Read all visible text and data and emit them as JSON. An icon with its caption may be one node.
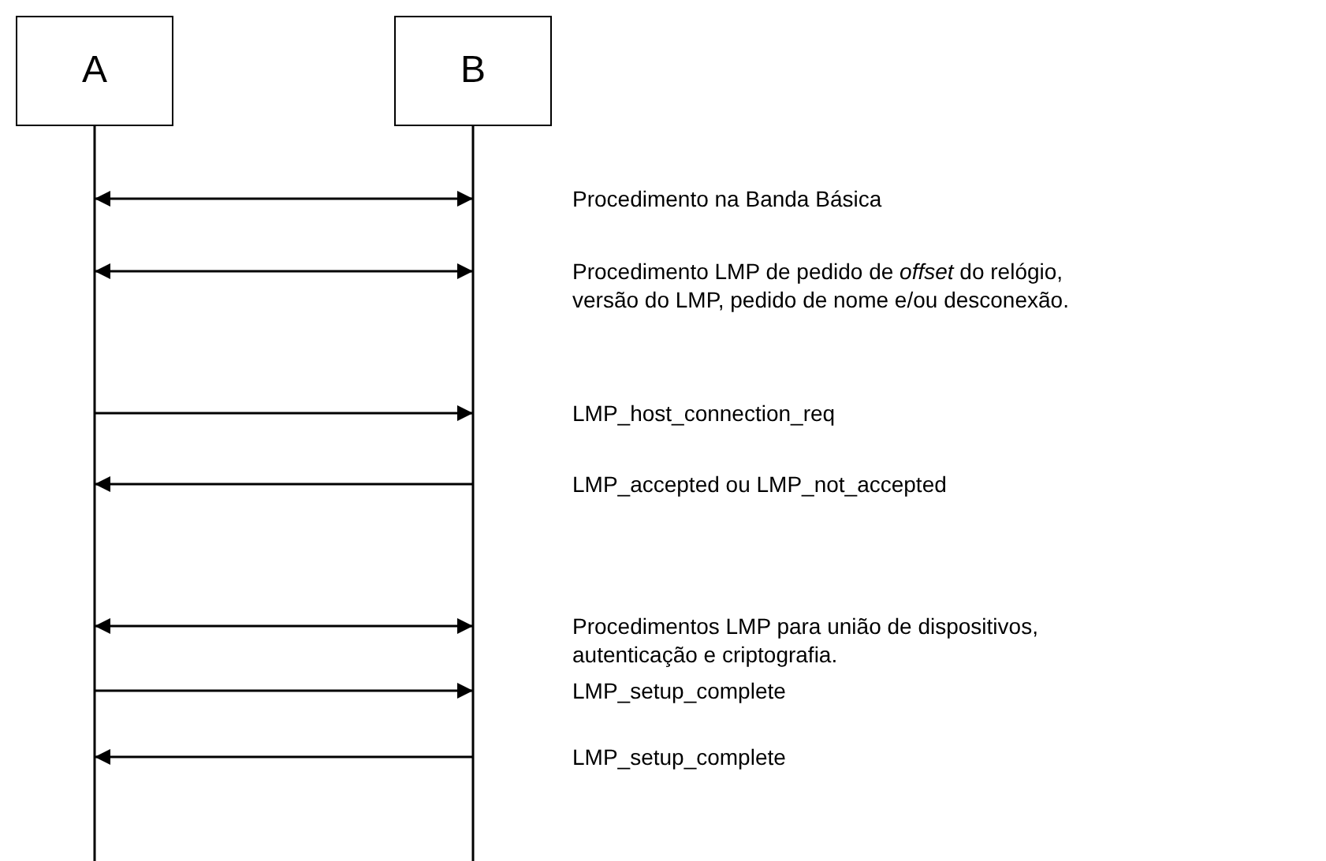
{
  "diagram": {
    "nodes": [
      {
        "text": [
          "A"
        ]
      },
      {
        "text": [
          "B"
        ]
      }
    ],
    "edges": [
      {
        "from": 0,
        "to": 1,
        "arrow": "both",
        "label": "Procedimento na Banda Básica"
      },
      {
        "from": 0,
        "to": 1,
        "arrow": "both",
        "label": "Procedimento LMP de pedido de *offset* do relógio, versão do LMP, pedido de nome e/ou desconexão."
      },
      {
        "from": 0,
        "to": 1,
        "arrow": "to",
        "label": "LMP_host_connection_req"
      },
      {
        "from": 1,
        "to": 0,
        "arrow": "to",
        "label": "LMP_accepted ou LMP_not_accepted"
      },
      {
        "from": 0,
        "to": 1,
        "arrow": "both",
        "label": "Procedimentos LMP para união de dispositivos, autenticação e criptografia."
      },
      {
        "from": 0,
        "to": 1,
        "arrow": "to",
        "label": "LMP_setup_complete"
      },
      {
        "from": 1,
        "to": 0,
        "arrow": "to",
        "label": "LMP_setup_complete"
      }
    ]
  }
}
